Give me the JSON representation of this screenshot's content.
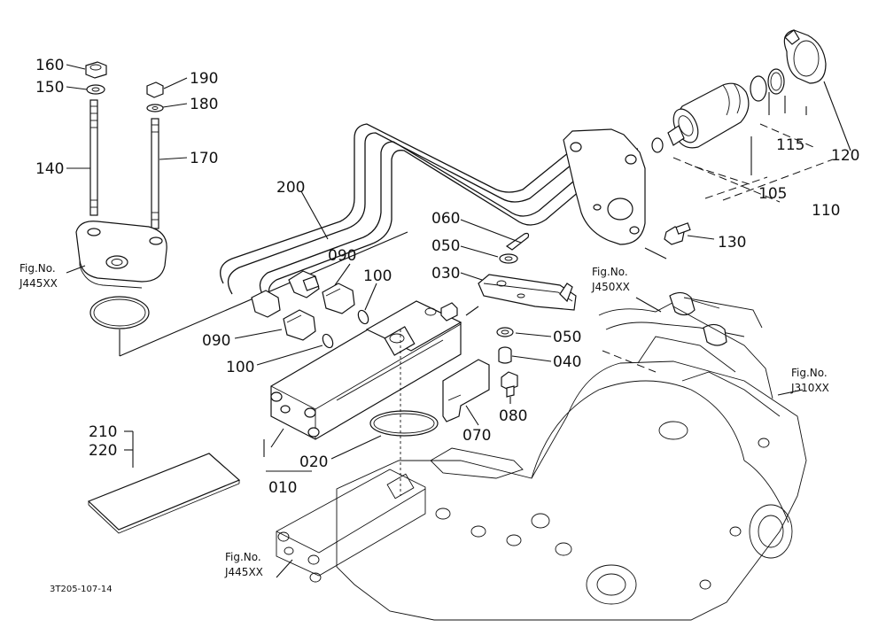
{
  "callouts": {
    "c160": "160",
    "c150": "150",
    "c140": "140",
    "c190": "190",
    "c180": "180",
    "c170": "170",
    "c200": "200",
    "c090a": "090",
    "c100a": "100",
    "c090b": "090",
    "c100b": "100",
    "c060": "060",
    "c050a": "050",
    "c030": "030",
    "c050b": "050",
    "c040": "040",
    "c080": "080",
    "c070": "070",
    "c020": "020",
    "c010": "010",
    "c210": "210",
    "c220": "220",
    "c115": "115",
    "c120": "120",
    "c105": "105",
    "c110": "110",
    "c130": "130"
  },
  "references": {
    "ref_left_1": "Fig.No.",
    "ref_left_2": "J445XX",
    "ref_mid_1": "Fig.No.",
    "ref_mid_2": "J450XX",
    "ref_right_1": "Fig.No.",
    "ref_right_2": "J310XX",
    "ref_bottom_1": "Fig.No.",
    "ref_bottom_2": "J445XX"
  },
  "drawing_code": "3T205-107-14"
}
